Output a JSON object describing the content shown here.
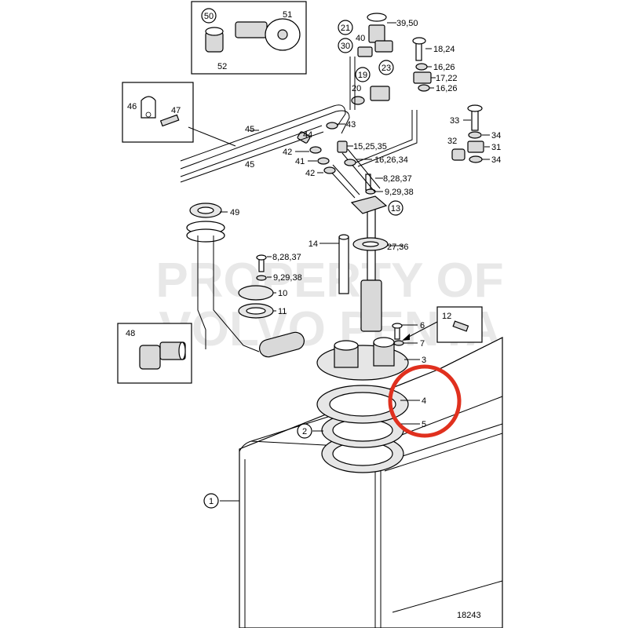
{
  "watermark": {
    "line1": "PROPERTY OF",
    "line2": "VOLVO PENTA"
  },
  "drawing_number": "18243",
  "callouts": {
    "c1": "1",
    "c2": "2",
    "c3": "3",
    "c4": "4",
    "c5": "5",
    "c6": "6",
    "c7": "7",
    "c8_28_37_a": "8,28,37",
    "c9_29_38_a": "9,29,38",
    "c8_28_37_b": "8,28,37",
    "c9_29_38_b": "9,29,38",
    "c10": "10",
    "c11": "11",
    "c12": "12",
    "c13": "13",
    "c14": "14",
    "c15_25_35": "15,25,35",
    "c16_26_34": "16,26,34",
    "c16_26_a": "16,26",
    "c16_26_b": "16,26",
    "c17_22": "17,22",
    "c18_24": "18,24",
    "c19": "19",
    "c20": "20",
    "c21": "21",
    "c23": "23",
    "c27_36": "27,36",
    "c30": "30",
    "c31": "31",
    "c32": "32",
    "c33": "33",
    "c34_a": "34",
    "c34_b": "34",
    "c39_50": "39,50",
    "c40": "40",
    "c41": "41",
    "c42_a": "42",
    "c42_b": "42",
    "c43": "43",
    "c44": "44",
    "c45_a": "45",
    "c45_b": "45",
    "c46": "46",
    "c47": "47",
    "c48": "48",
    "c49": "49",
    "c50": "50",
    "c51": "51",
    "c52": "52"
  },
  "highlight_color": "#e0301e"
}
